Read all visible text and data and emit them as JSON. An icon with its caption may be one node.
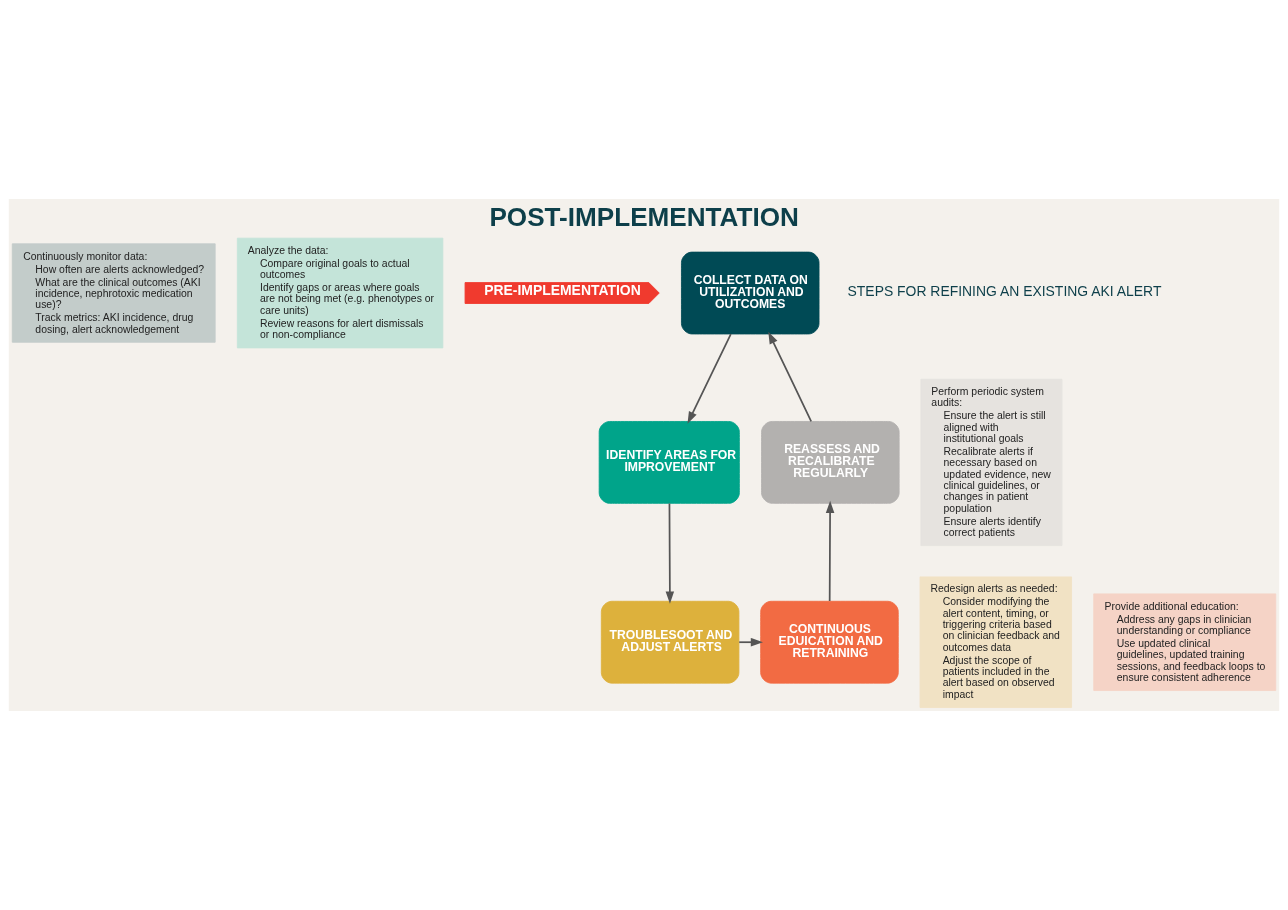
{
  "diagram": {
    "title": "POST-IMPLEMENTATION",
    "nodes": [
      {
        "text": [
          "Continuously monitor data:",
          "How often are alerts acknowledged?",
          "What are the clinical outcomes (AKI incidence, nephrotoxic medication use)?",
          "Track metrics: AKI incidence, drug dosing, alert acknowledgement"
        ]
      },
      {
        "text": [
          "Analyze the data:",
          "Compare original goals to actual outcomes",
          "Identify gaps or areas where goals are not being met (e.g. phenotypes or care units)",
          "Review reasons for alert dismissals or non-compliance"
        ]
      },
      {
        "text": [
          "PRE-IMPLEMENTATION"
        ]
      },
      {
        "text": [
          "COLLECT DATA ON UTILIZATION AND OUTCOMES"
        ]
      },
      {
        "text": [
          "IDENTIFY AREAS FOR IMPROVEMENT"
        ]
      },
      {
        "text": [
          "Perform periodic system audits:",
          "Ensure the alert is still aligned with institutional goals",
          "Recalibrate alerts if necessary based on updated evidence, new clinical guidelines, or changes in patient population",
          "Ensure alerts identify correct patients"
        ]
      },
      {
        "text": [
          "REASSESS AND RECALIBRATE REGULARLY"
        ]
      },
      {
        "text": [
          "TROUBLESOOT AND ADJUST ALERTS"
        ]
      },
      {
        "text": [
          "CONTINUOUS EDUICATION AND RETRAINING"
        ]
      },
      {
        "text": [
          "Redesign alerts as needed:",
          "Consider modifying the alert content, timing, or triggering criteria based on clinician feedback and outcomes data",
          "Adjust the scope of patients included in the alert based on observed impact"
        ]
      },
      {
        "text": [
          "Provide additional education:",
          "Address any gaps in clinician understanding or compliance",
          "Use updated clinical guidelines, updated training sessions, and feedback loops to ensure consistent adherence"
        ]
      }
    ],
    "edges": [
      {
        "from": 3,
        "to": 4,
        "arrow": "to"
      },
      {
        "from": 4,
        "to": 7,
        "arrow": "to"
      },
      {
        "from": 7,
        "to": 8,
        "arrow": "to"
      },
      {
        "from": 8,
        "to": 6,
        "arrow": "to"
      },
      {
        "from": 6,
        "to": 3,
        "arrow": "to"
      }
    ],
    "labels": [
      "STEPS FOR REFINING AN EXISTING AKI ALERT"
    ]
  }
}
